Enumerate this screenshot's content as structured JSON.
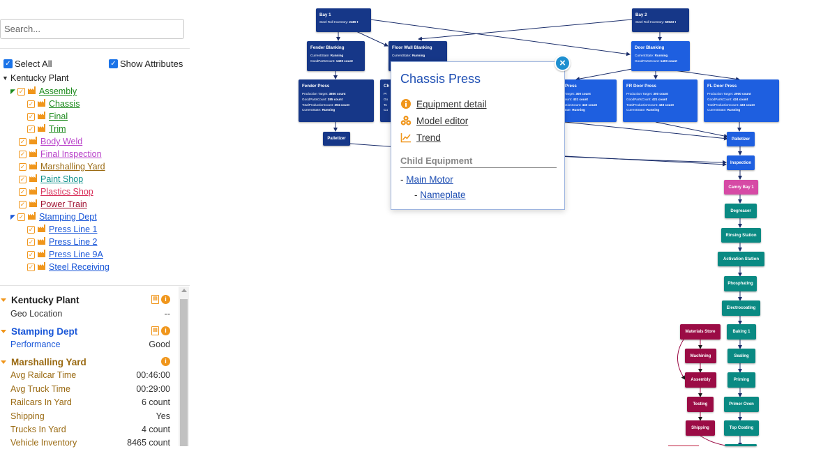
{
  "search": {
    "placeholder": "Search..."
  },
  "options": {
    "select_all_label": "Select All",
    "show_attributes_label": "Show Attributes"
  },
  "colors": {
    "orange": "#f0961c",
    "green": "#1c8a1c",
    "magenta": "#b83fc9",
    "brown": "#9a6a12",
    "teal": "#0b8f89",
    "red": "#c01c3c",
    "blue": "#1a57d8",
    "dark_red": "#a01030"
  },
  "tree": {
    "root": "Kentucky Plant",
    "items": [
      {
        "label": "Assembly"
      },
      {
        "label": "Chassis"
      },
      {
        "label": "Final"
      },
      {
        "label": "Trim"
      },
      {
        "label": "Body Weld"
      },
      {
        "label": "Final Inspection"
      },
      {
        "label": "Marshalling Yard"
      },
      {
        "label": "Paint Shop"
      },
      {
        "label": "Plastics Shop"
      },
      {
        "label": "Power Train"
      },
      {
        "label": "Stamping Dept"
      },
      {
        "label": "Press Line 1"
      },
      {
        "label": "Press Line 2"
      },
      {
        "label": "Press Line 9A"
      },
      {
        "label": "Steel Receiving"
      }
    ]
  },
  "attributes": {
    "sections": [
      {
        "title": "Kentucky Plant",
        "rows": [
          {
            "name": "Geo Location",
            "value": "--"
          }
        ]
      },
      {
        "title": "Stamping Dept",
        "rows": [
          {
            "name": "Performance",
            "value": "Good"
          }
        ]
      },
      {
        "title": "Marshalling Yard",
        "rows": [
          {
            "name": "Avg Railcar Time",
            "value": "00:46:00"
          },
          {
            "name": "Avg Truck Time",
            "value": "00:29:00"
          },
          {
            "name": "Railcars In Yard",
            "value": "6 count"
          },
          {
            "name": "Shipping",
            "value": "Yes"
          },
          {
            "name": "Trucks In Yard",
            "value": "4 count"
          },
          {
            "name": "Vehicle Inventory",
            "value": "8465 count"
          }
        ]
      }
    ]
  },
  "diagram": {
    "nodes": {
      "bay1": {
        "title": "Bay 1",
        "lines": [
          {
            "label": "Steel Roll Inventory:",
            "value": "2489 t"
          }
        ]
      },
      "bay2": {
        "title": "Bay 2",
        "lines": [
          {
            "label": "Steel Roll Inventory:",
            "value": "59023 t"
          }
        ]
      },
      "fender_blanking": {
        "title": "Fender Blanking",
        "lines": [
          {
            "label": "CurrentState:",
            "value": "Running"
          },
          {
            "label": "GoodPartsCount:",
            "value": "1400 count"
          }
        ]
      },
      "floor_wall_blanking": {
        "title": "Floor Wall Blanking",
        "lines": [
          {
            "label": "CurrentState:",
            "value": "Running"
          }
        ]
      },
      "door_blanking": {
        "title": "Door Blanking",
        "lines": [
          {
            "label": "CurrentState:",
            "value": "Running"
          },
          {
            "label": "GoodPartsCount:",
            "value": "1400 count"
          }
        ]
      },
      "fender_press": {
        "title": "Fender Press",
        "lines": [
          {
            "label": "Production Target:",
            "value": "3800 count"
          },
          {
            "label": "GoodPartsCount:",
            "value": "385 count"
          },
          {
            "label": "TotalProductionCount:",
            "value": "394 count"
          },
          {
            "label": "CurrentState:",
            "value": "Running"
          }
        ]
      },
      "chassis_partial": {
        "title": "Ch",
        "lines": [
          {
            "label": "Pr",
            "value": ""
          },
          {
            "label": "Go",
            "value": ""
          },
          {
            "label": "To",
            "value": ""
          },
          {
            "label": "Cu",
            "value": ""
          }
        ]
      },
      "press_partial": {
        "title": "Press",
        "lines": [
          {
            "label": "Target:",
            "value": "300 count"
          },
          {
            "label": "ount:",
            "value": "431 count"
          },
          {
            "label": "ctionCount:",
            "value": "440 count"
          },
          {
            "label": "tate:",
            "value": "Running"
          }
        ]
      },
      "fr_door_press": {
        "title": "FR Door Press",
        "lines": [
          {
            "label": "Production Target:",
            "value": "300 count"
          },
          {
            "label": "GoodPartsCount:",
            "value": "421 count"
          },
          {
            "label": "TotalProductionCount:",
            "value": "433 count"
          },
          {
            "label": "CurrentState:",
            "value": "Running"
          }
        ]
      },
      "fl_door_press": {
        "title": "FL Door Press",
        "lines": [
          {
            "label": "Production Target:",
            "value": "2900 count"
          },
          {
            "label": "GoodPartsCount:",
            "value": "424 count"
          },
          {
            "label": "TotalProductionCount:",
            "value": "433 count"
          },
          {
            "label": "CurrentState:",
            "value": "Running"
          }
        ]
      }
    },
    "small": {
      "palletizer_left": "Palletizer",
      "palletizer_right": "Palletizer",
      "inspection": "Inspection",
      "camry_bay": "Camry Bay 1",
      "degreaser": "Degreaser",
      "rinsing": "Rinsing Station",
      "activation": "Activation Station",
      "phosphating": "Phosphating",
      "electrocoating": "Electrocoating",
      "baking": "Baking 1",
      "sealing": "Sealing",
      "priming": "Priming",
      "primer_oven": "Primer Oven",
      "top_coating": "Top Coating",
      "materials_store": "Materials Store",
      "machining": "Machining",
      "assembly": "Assembly",
      "testing": "Testing",
      "shipping": "Shipping"
    }
  },
  "popup": {
    "title": "Chassis Press",
    "links": [
      {
        "label": "Equipment detail",
        "icon": "info-icon"
      },
      {
        "label": "Model editor",
        "icon": "model-icon"
      },
      {
        "label": "Trend",
        "icon": "trend-icon"
      }
    ],
    "child_header": "Child Equipment",
    "children": [
      {
        "label": "Main Motor"
      },
      {
        "label": "Nameplate"
      }
    ],
    "close_label": "×"
  }
}
